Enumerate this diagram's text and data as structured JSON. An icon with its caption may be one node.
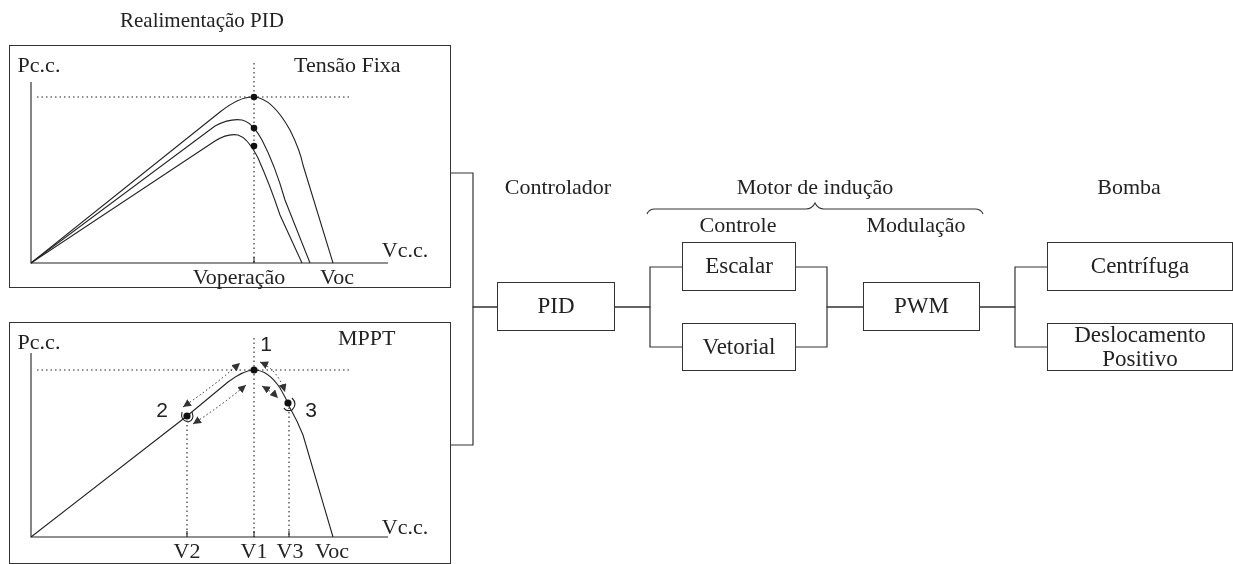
{
  "diagram": {
    "title": "Realimentação PID",
    "nodes": [
      {
        "text": [
          "Tensão Fixa"
        ]
      },
      {
        "text": [
          "MPPT"
        ]
      },
      {
        "text": [
          "PID"
        ]
      },
      {
        "text": [
          "Escalar"
        ]
      },
      {
        "text": [
          "Vetorial"
        ]
      },
      {
        "text": [
          "PWM"
        ]
      },
      {
        "text": [
          "Centrífuga"
        ]
      },
      {
        "text": [
          "Deslocamento Positivo"
        ]
      }
    ],
    "edges": [
      {
        "from": 0,
        "to": 2,
        "arrow": "none"
      },
      {
        "from": 1,
        "to": 2,
        "arrow": "none"
      },
      {
        "from": 2,
        "to": 3,
        "arrow": "none"
      },
      {
        "from": 2,
        "to": 4,
        "arrow": "none"
      },
      {
        "from": 3,
        "to": 5,
        "arrow": "none"
      },
      {
        "from": 4,
        "to": 5,
        "arrow": "none"
      },
      {
        "from": 5,
        "to": 6,
        "arrow": "none"
      },
      {
        "from": 5,
        "to": 7,
        "arrow": "none"
      }
    ],
    "labels": [
      "Pc.c.",
      "Vc.c.",
      "Voperação",
      "Voc",
      "Controlador",
      "Motor de indução",
      "Controle",
      "Modulação",
      "Bomba",
      "Pc.c.",
      "1",
      "2",
      "3",
      "Vc.c.",
      "V2",
      "V1",
      "V3",
      "Voc"
    ]
  }
}
